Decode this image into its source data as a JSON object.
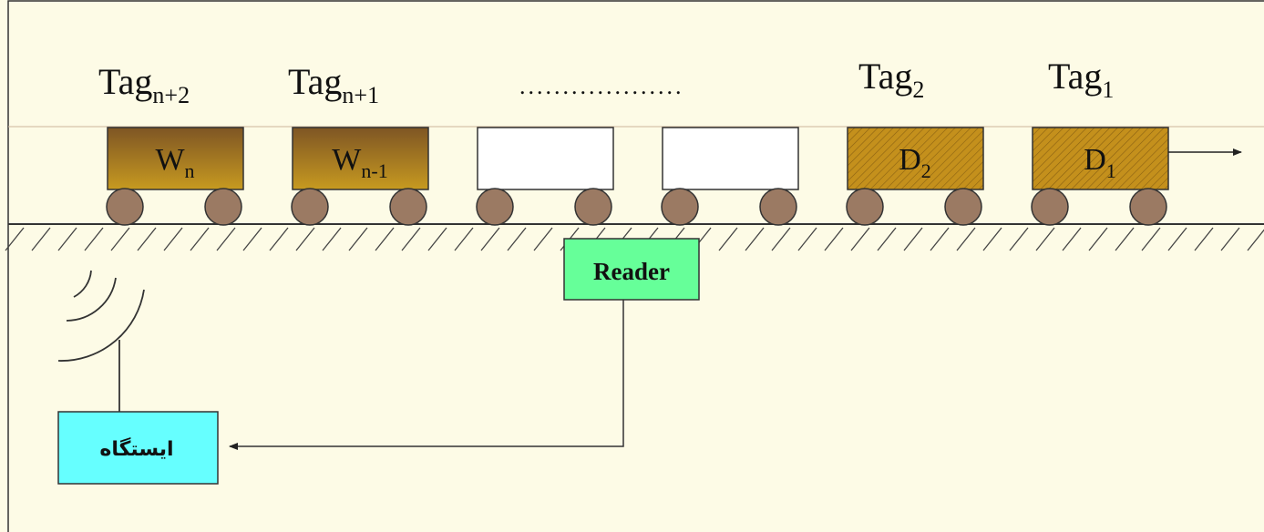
{
  "tags": [
    {
      "base": "Tag",
      "sub": "n+2"
    },
    {
      "base": "Tag",
      "sub": "n+1"
    },
    {
      "base": "Tag",
      "sub": "2"
    },
    {
      "base": "Tag",
      "sub": "1"
    }
  ],
  "dots": "...................",
  "cars": [
    {
      "base": "W",
      "sub": "n",
      "fill": "brown"
    },
    {
      "base": "W",
      "sub": "n-1",
      "fill": "brown"
    },
    {
      "base": "",
      "sub": "",
      "fill": "empty"
    },
    {
      "base": "",
      "sub": "",
      "fill": "empty"
    },
    {
      "base": "D",
      "sub": "2",
      "fill": "hatched"
    },
    {
      "base": "D",
      "sub": "1",
      "fill": "hatched"
    }
  ],
  "reader_label": "Reader",
  "station_label": "ایستگاه",
  "colors": {
    "background": "#fdfbe6",
    "car_brown_top": "#7e5524",
    "car_brown_bottom": "#c79a20",
    "car_hatched": "#c4901c",
    "wheel": "#9b7a63",
    "reader_fill": "#66ff99",
    "station_fill": "#66ffff",
    "line": "#4a3a28"
  },
  "icons": [
    "wireless-signal-icon",
    "arrow-right-icon",
    "arrow-left-icon"
  ]
}
